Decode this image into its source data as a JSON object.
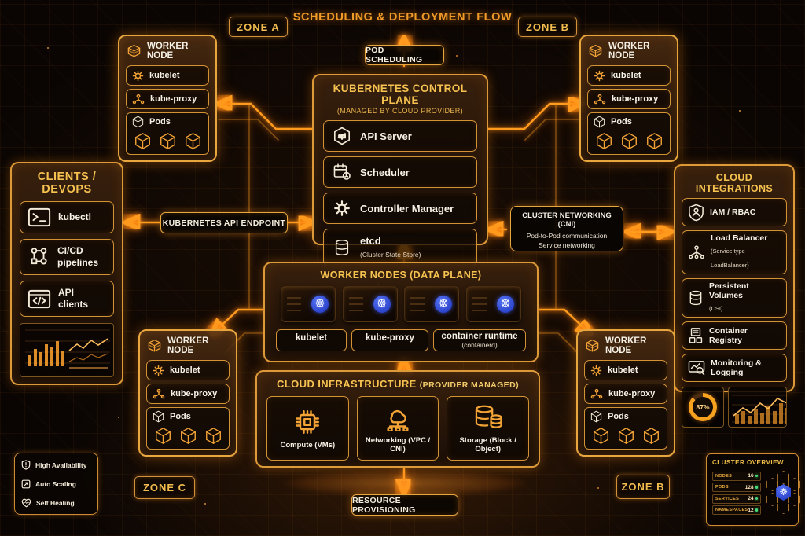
{
  "title": "SCHEDULING & DEPLOYMENT FLOW",
  "zones": {
    "top_left": "ZONE A",
    "top_right": "ZONE B",
    "bottom_left": "ZONE C",
    "bottom_right": "ZONE B"
  },
  "badges": {
    "pod_scheduling": "POD SCHEDULING",
    "api_endpoint": "KUBERNETES API ENDPOINT",
    "resource_provisioning": "RESOURCE PROVISIONING"
  },
  "control_plane": {
    "title": "KUBERNETES CONTROL PLANE",
    "subtitle": "(MANAGED BY CLOUD PROVIDER)",
    "items": [
      {
        "label": "API Server",
        "icon": "api-hexagon-icon"
      },
      {
        "label": "Scheduler",
        "icon": "calendar-clock-icon"
      },
      {
        "label": "Controller Manager",
        "icon": "gear-icon"
      },
      {
        "label": "etcd",
        "sublabel": "(Cluster State Store)",
        "icon": "database-icon"
      }
    ]
  },
  "data_plane": {
    "title": "WORKER NODES (DATA PLANE)",
    "node_count": 4,
    "node_icon": "kubernetes-wheel-icon",
    "components": [
      {
        "label": "kubelet"
      },
      {
        "label": "kube-proxy"
      },
      {
        "label": "container runtime",
        "sublabel": "(containerd)"
      }
    ]
  },
  "cloud_infrastructure": {
    "title": "CLOUD INFRASTRUCTURE",
    "subtitle": "(PROVIDER MANAGED)",
    "items": [
      {
        "label": "Compute (VMs)",
        "icon": "chip-icon"
      },
      {
        "label": "Networking (VPC / CNI)",
        "icon": "cloud-network-icon"
      },
      {
        "label": "Storage (Block / Object)",
        "icon": "storage-cylinders-icon"
      }
    ]
  },
  "clients_panel": {
    "title": "CLIENTS / DEVOPS",
    "items": [
      {
        "label": "kubectl",
        "icon": "terminal-icon"
      },
      {
        "label": "CI/CD pipelines",
        "icon": "pipeline-icon"
      },
      {
        "label": "API clients",
        "icon": "code-window-icon"
      }
    ]
  },
  "integrations_panel": {
    "title": "CLOUD INTEGRATIONS",
    "items": [
      {
        "label": "IAM / RBAC",
        "icon": "shield-user-icon"
      },
      {
        "label": "Load Balancer",
        "sublabel": "(Service type LoadBalancer)",
        "icon": "load-balancer-icon"
      },
      {
        "label": "Persistent Volumes",
        "sublabel": "(CSI)",
        "icon": "database-icon"
      },
      {
        "label": "Container Registry",
        "icon": "registry-icon"
      },
      {
        "label": "Monitoring & Logging",
        "icon": "monitoring-icon"
      }
    ],
    "gauge_value": "87%"
  },
  "worker_node": {
    "title": "WORKER NODE",
    "header_icon": "stacked-box-icon",
    "items": [
      {
        "label": "kubelet",
        "icon": "gear-icon"
      },
      {
        "label": "kube-proxy",
        "icon": "network-branch-icon"
      },
      {
        "label": "Pods",
        "icon": "pod-cube-icon",
        "pod_cubes": 3
      }
    ]
  },
  "cluster_networking": {
    "title": "CLUSTER NETWORKING (CNI)",
    "line1": "Pod-to-Pod communication",
    "line2": "Service networking"
  },
  "capabilities": {
    "items": [
      {
        "label": "High Availability",
        "icon": "shield-alert-icon"
      },
      {
        "label": "Auto Scaling",
        "icon": "scale-arrow-icon"
      },
      {
        "label": "Self Healing",
        "icon": "heart-pulse-icon"
      }
    ]
  },
  "cluster_overview": {
    "title": "CLUSTER OVERVIEW",
    "stats": [
      {
        "label": "NODES",
        "value": "16"
      },
      {
        "label": "PODS",
        "value": "128"
      },
      {
        "label": "SERVICES",
        "value": "24"
      },
      {
        "label": "NAMESPACES",
        "value": "12"
      }
    ],
    "logo_icon": "kubernetes-wheel-icon"
  },
  "colors": {
    "accent_orange": "#f59b2d",
    "trace_glow": "#ff9b1e",
    "kubernetes_blue": "#2f4bd6",
    "status_green": "#46d97a"
  }
}
